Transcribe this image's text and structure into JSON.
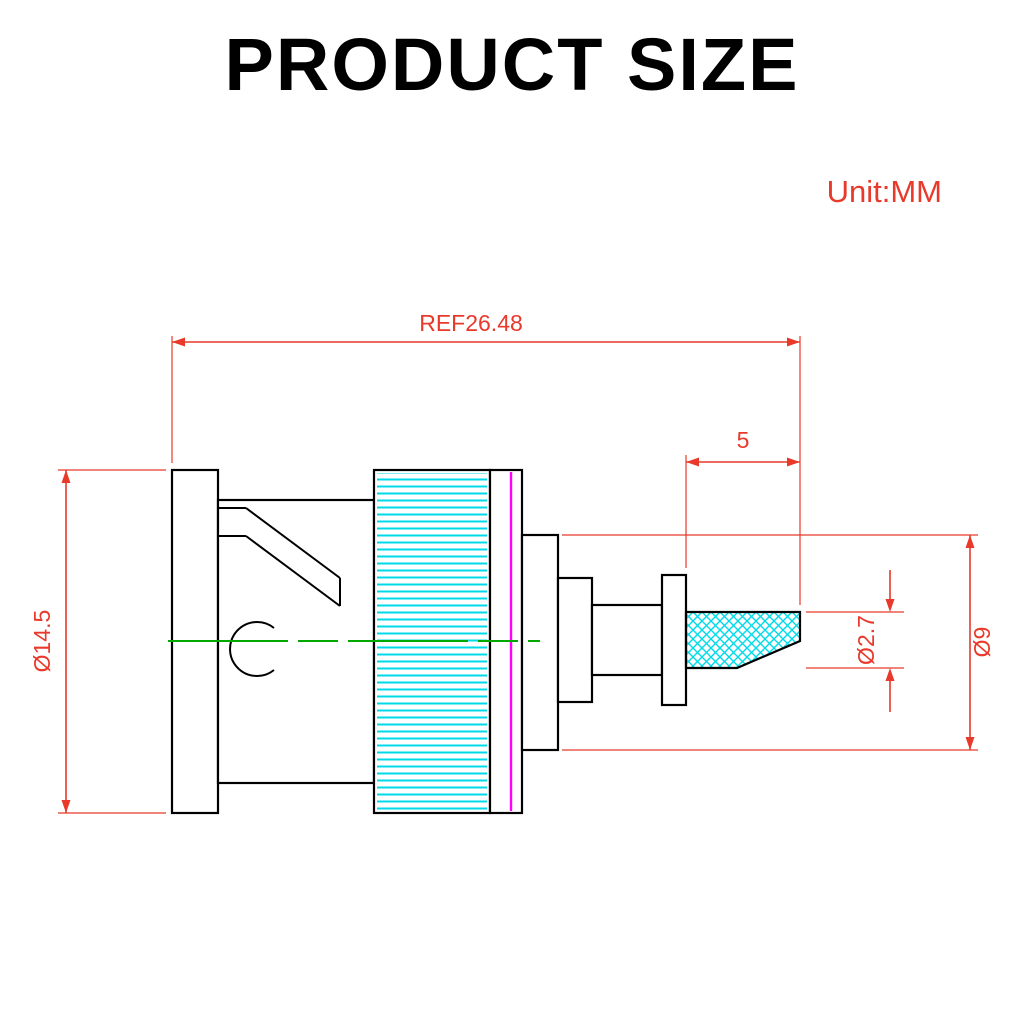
{
  "title": "PRODUCT SIZE",
  "unit_label": "Unit:MM",
  "dimensions": {
    "overall_length": "REF26.48",
    "rear_length": "5",
    "body_diameter": "Ø14.5",
    "mid_diameter": "Ø9",
    "pin_diameter": "Ø2.7"
  },
  "colors": {
    "dimension": "#e8392b",
    "outline": "#000000",
    "hatch": "#00d9e8",
    "highlight": "#ff00ff",
    "centerline": "#00a800",
    "background": "#ffffff"
  }
}
